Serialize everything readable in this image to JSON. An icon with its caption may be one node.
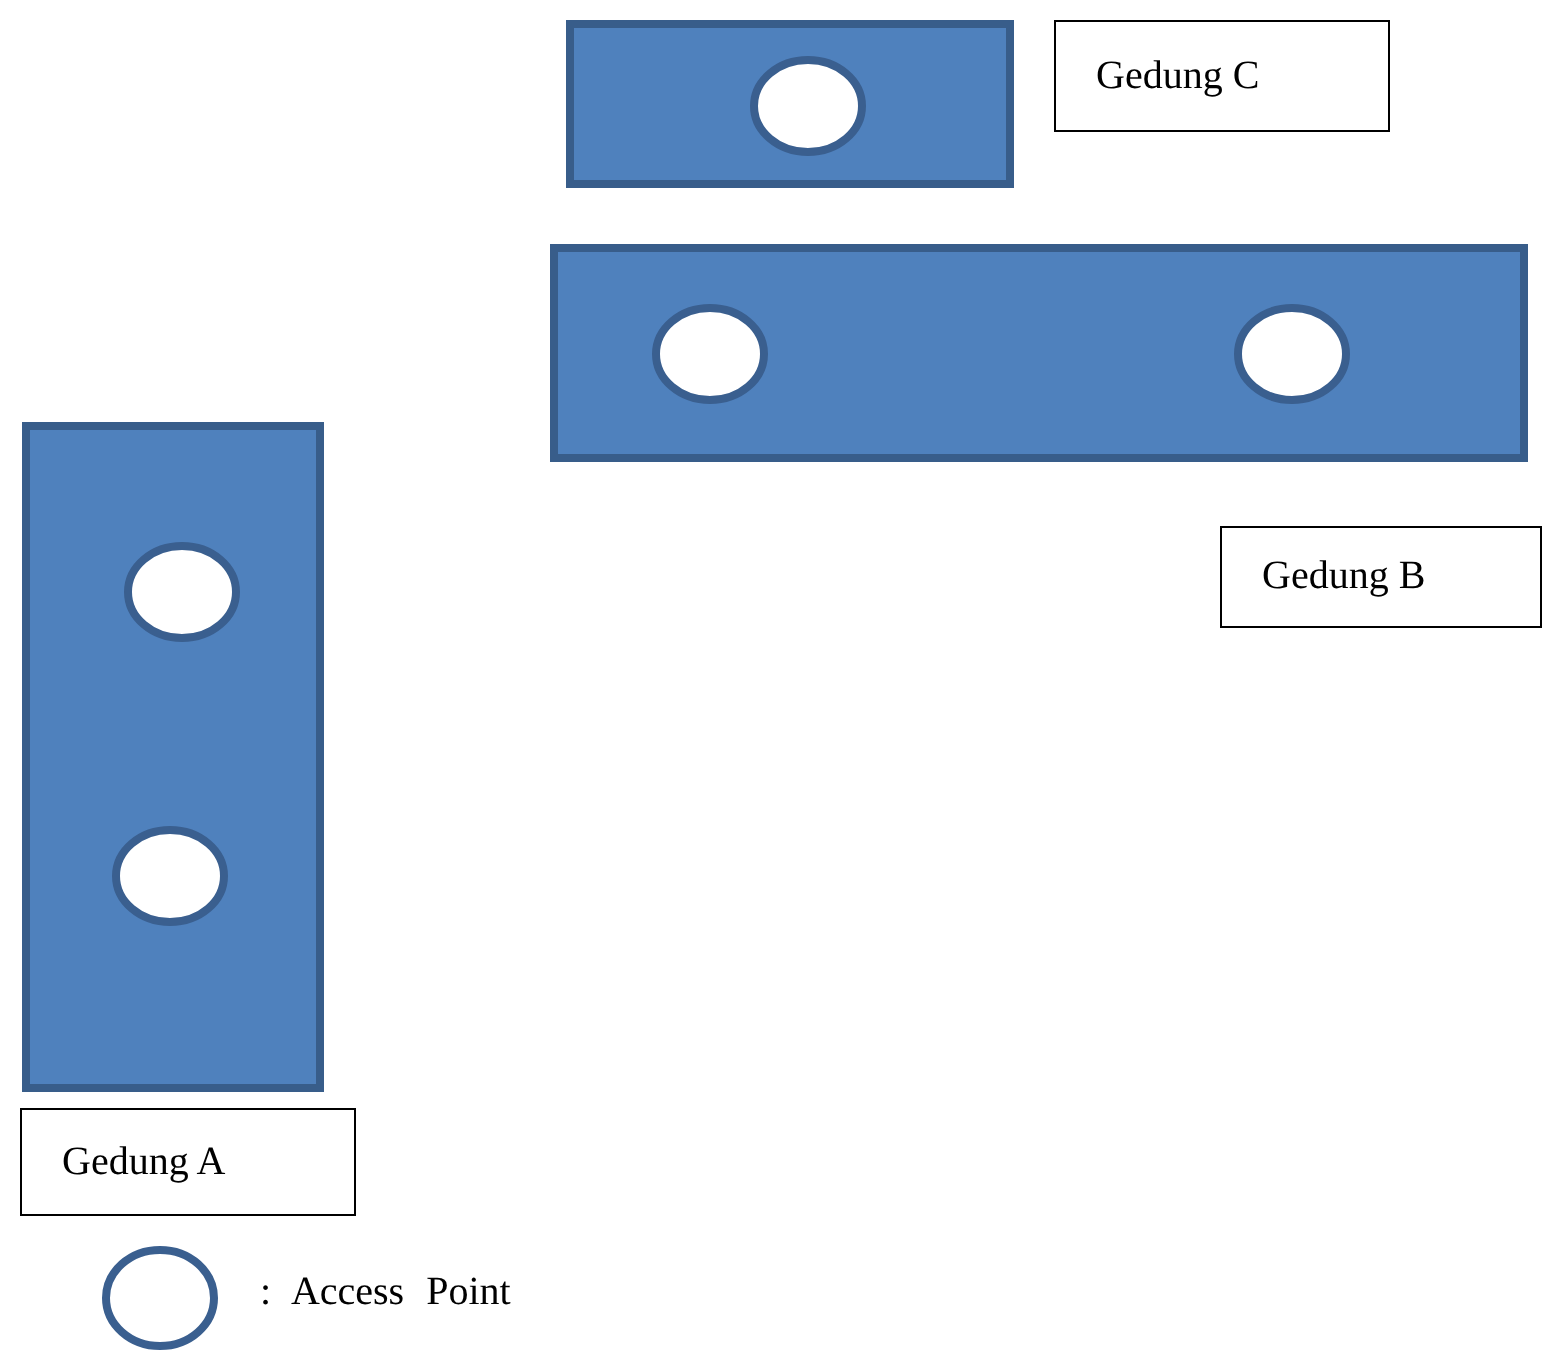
{
  "diagram": {
    "nodes": [
      {
        "text": [],
        "shape": "box"
      },
      {
        "text": [],
        "shape": "circle",
        "in": 0
      },
      {
        "text": [
          "Gedung C"
        ]
      },
      {
        "text": [],
        "shape": "box"
      },
      {
        "text": [],
        "shape": "circle",
        "in": 3
      },
      {
        "text": [],
        "shape": "circle",
        "in": 3
      },
      {
        "text": [
          "Gedung B"
        ]
      },
      {
        "text": [],
        "shape": "box"
      },
      {
        "text": [],
        "shape": "circle",
        "in": 7
      },
      {
        "text": [],
        "shape": "circle",
        "in": 7
      },
      {
        "text": [
          "Gedung A"
        ]
      }
    ],
    "legend": [
      {
        "text": ": Access Point"
      }
    ]
  }
}
